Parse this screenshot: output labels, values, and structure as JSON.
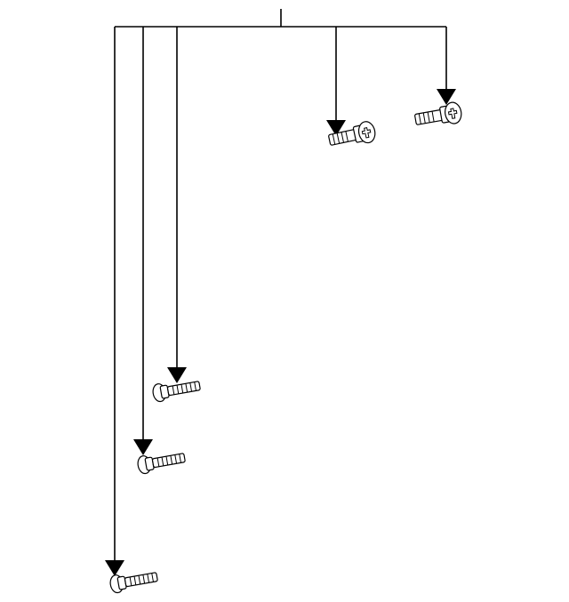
{
  "diagram": {
    "type": "exploded-parts-callout",
    "line_color": "#000000",
    "background": "#ffffff",
    "parts": [
      {
        "name": "screw",
        "head": "phillips-pan",
        "icon": "screw-icon"
      },
      {
        "name": "screw",
        "head": "phillips-pan",
        "icon": "screw-icon"
      },
      {
        "name": "screw",
        "head": "pan",
        "icon": "screw-icon"
      },
      {
        "name": "screw",
        "head": "pan",
        "icon": "screw-icon"
      },
      {
        "name": "screw",
        "head": "pan",
        "icon": "screw-icon"
      }
    ]
  }
}
